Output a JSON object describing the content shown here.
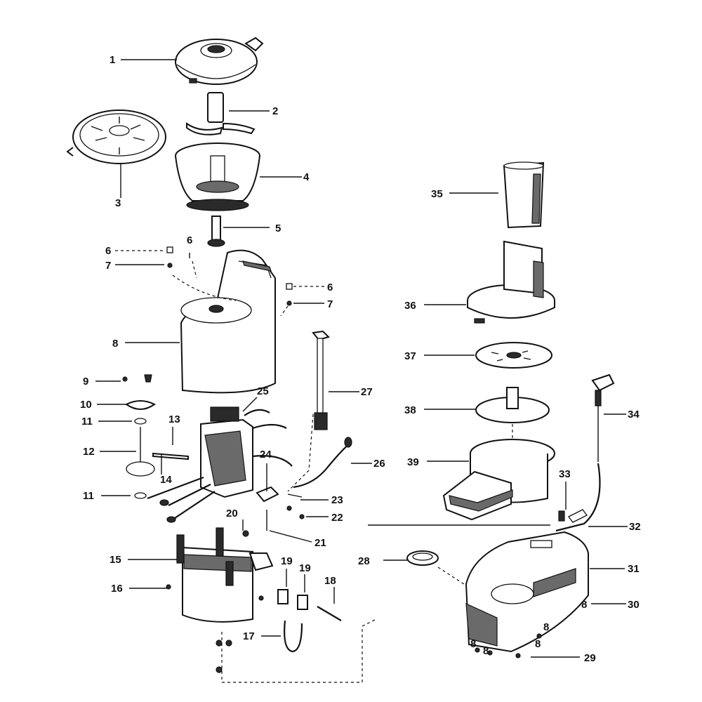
{
  "callouts": [
    {
      "id": "c1",
      "text": "1"
    },
    {
      "id": "c2",
      "text": "2"
    },
    {
      "id": "c3",
      "text": "3"
    },
    {
      "id": "c4",
      "text": "4"
    },
    {
      "id": "c5",
      "text": "5"
    },
    {
      "id": "c6a",
      "text": "6"
    },
    {
      "id": "c6b",
      "text": "6"
    },
    {
      "id": "c6c",
      "text": "6"
    },
    {
      "id": "c7a",
      "text": "7"
    },
    {
      "id": "c7b",
      "text": "7"
    },
    {
      "id": "c8",
      "text": "8"
    },
    {
      "id": "c8b",
      "text": "8"
    },
    {
      "id": "c8c",
      "text": "8"
    },
    {
      "id": "c8d",
      "text": "8"
    },
    {
      "id": "c8e",
      "text": "8"
    },
    {
      "id": "c8f",
      "text": "8"
    },
    {
      "id": "c9",
      "text": "9"
    },
    {
      "id": "c10",
      "text": "10"
    },
    {
      "id": "c11a",
      "text": "11"
    },
    {
      "id": "c11b",
      "text": "11"
    },
    {
      "id": "c12",
      "text": "12"
    },
    {
      "id": "c13",
      "text": "13"
    },
    {
      "id": "c14",
      "text": "14"
    },
    {
      "id": "c15",
      "text": "15"
    },
    {
      "id": "c16",
      "text": "16"
    },
    {
      "id": "c17",
      "text": "17"
    },
    {
      "id": "c18",
      "text": "18"
    },
    {
      "id": "c19a",
      "text": "19"
    },
    {
      "id": "c19b",
      "text": "19"
    },
    {
      "id": "c20",
      "text": "20"
    },
    {
      "id": "c21",
      "text": "21"
    },
    {
      "id": "c22",
      "text": "22"
    },
    {
      "id": "c23",
      "text": "23"
    },
    {
      "id": "c24",
      "text": "24"
    },
    {
      "id": "c25",
      "text": "25"
    },
    {
      "id": "c26",
      "text": "26"
    },
    {
      "id": "c27",
      "text": "27"
    },
    {
      "id": "c28",
      "text": "28"
    },
    {
      "id": "c29",
      "text": "29"
    },
    {
      "id": "c30",
      "text": "30"
    },
    {
      "id": "c31",
      "text": "31"
    },
    {
      "id": "c32",
      "text": "32"
    },
    {
      "id": "c33",
      "text": "33"
    },
    {
      "id": "c34",
      "text": "34"
    },
    {
      "id": "c35",
      "text": "35"
    },
    {
      "id": "c36",
      "text": "36"
    },
    {
      "id": "c37",
      "text": "37"
    },
    {
      "id": "c38",
      "text": "38"
    },
    {
      "id": "c39",
      "text": "39"
    }
  ]
}
